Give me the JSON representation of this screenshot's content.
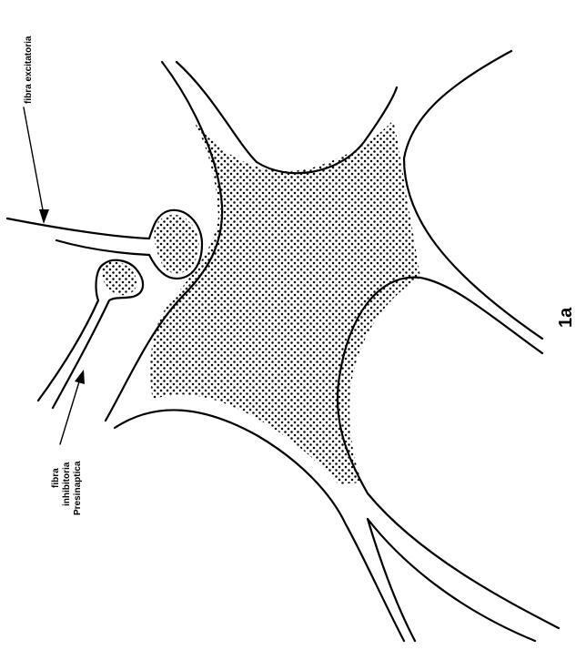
{
  "labels": {
    "excitatory": "fibra excitatoria",
    "inhibitory_line1": "fibra",
    "inhibitory_line2": "inhibitoria",
    "inhibitory_line3": "Presinaptica",
    "figure_number": "1a"
  },
  "colors": {
    "ink": "#000000",
    "stipple": "#000000",
    "background": "#ffffff"
  }
}
